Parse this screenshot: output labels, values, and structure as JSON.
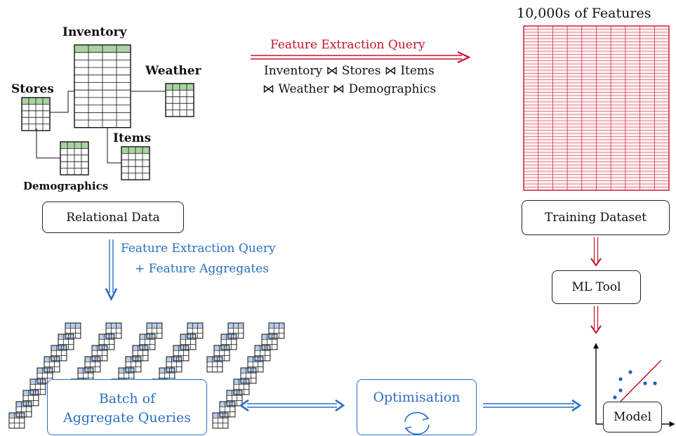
{
  "tables": {
    "inventory": "Inventory",
    "weather": "Weather",
    "stores": "Stores",
    "items": "Items",
    "demographics": "Demographics"
  },
  "boxes": {
    "relational_data": "Relational Data",
    "training_dataset": "Training Dataset",
    "ml_tool": "ML Tool",
    "batch_line1": "Batch of",
    "batch_line2": "Aggregate Queries",
    "optimisation": "Optimisation",
    "model": "Model"
  },
  "top_arrow": {
    "label": "Feature Extraction Query",
    "query_line1": "Inventory ⋈ Stores ⋈ Items",
    "query_line2": "⋈ Weather ⋈ Demographics"
  },
  "left_arrow": {
    "line1": "Feature Extraction Query",
    "line2": "+ Feature Aggregates"
  },
  "features_caption": "10,000s of Features",
  "colors": {
    "red": "#c8102e",
    "blue": "#2a6fc0",
    "table_header_green": "#a9d3a0",
    "query_cell_blue": "#b7cde9"
  },
  "icons": {
    "cycle": "refresh-cycle-icon",
    "scatter": "scatter-plot-icon"
  }
}
